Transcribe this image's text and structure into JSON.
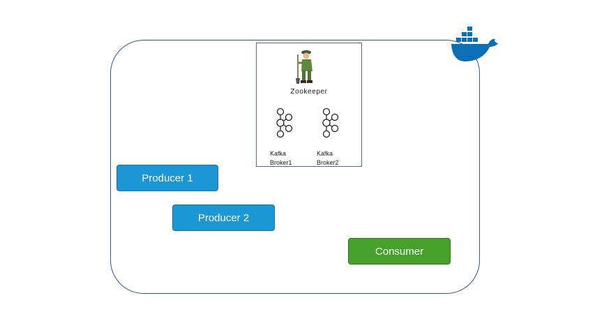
{
  "zookeeper": {
    "label": "Zookeeper"
  },
  "brokers": [
    {
      "line1": "Kafka",
      "line2": "Broker1"
    },
    {
      "line1": "Kafka",
      "line2": "Broker2"
    }
  ],
  "producers": [
    {
      "label": "Producer 1"
    },
    {
      "label": "Producer 2"
    }
  ],
  "consumer": {
    "label": "Consumer"
  },
  "colors": {
    "producer": "#1a97d4",
    "consumer": "#45a12a",
    "docker": "#0b6fb8",
    "outline": "#2b5a86"
  }
}
